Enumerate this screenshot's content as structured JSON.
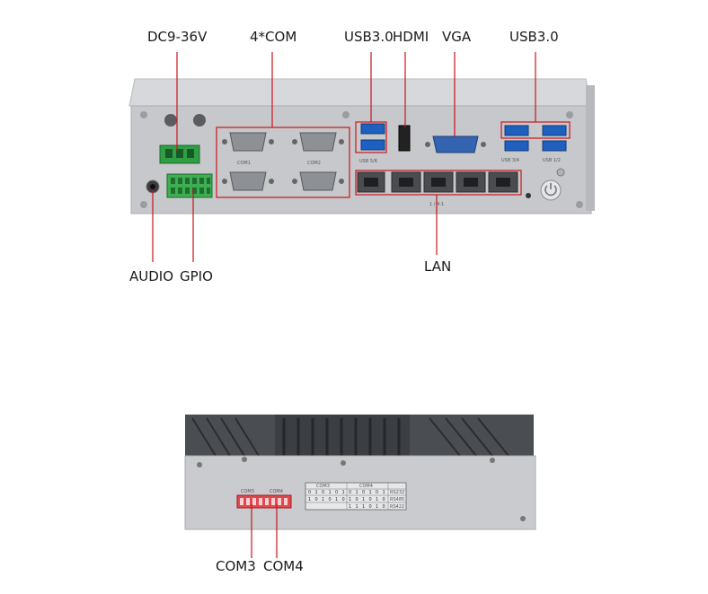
{
  "labels": {
    "dc": "DC9-36V",
    "com4": "4*COM",
    "usb30_left": "USB3.0",
    "hdmi": "HDMI",
    "vga": "VGA",
    "usb30_right": "USB3.0",
    "audio": "AUDIO",
    "gpio": "GPIO",
    "lan": "LAN",
    "com3_bottom": "COM3",
    "com4_bottom": "COM4"
  },
  "panel_marks": {
    "com1": "COM1",
    "com2": "COM2",
    "usb56": "USB 5/6",
    "usb34": "USB 3/4",
    "usb12": "USB 1/2",
    "lan_marks": "1 / 4-1"
  },
  "dip_table": {
    "headers": [
      "COM3",
      "COM4"
    ],
    "rows": [
      {
        "bits": [
          "0",
          "1",
          "0",
          "1",
          "0",
          "1",
          "0",
          "1",
          "0",
          "1",
          "0",
          "1"
        ],
        "mode": "RS232"
      },
      {
        "bits": [
          "1",
          "0",
          "1",
          "0",
          "1",
          "0",
          "1",
          "0",
          "1",
          "0",
          "1",
          "0"
        ],
        "mode": "RS485"
      },
      {
        "bits": [
          "",
          "",
          "",
          "",
          "",
          "",
          "1",
          "1",
          "1",
          "0",
          "1",
          "0"
        ],
        "mode": "RS422"
      }
    ]
  },
  "colors": {
    "callout": "#c9151b",
    "usb": "#1f5fbf",
    "vga": "#3463b0",
    "terminal": "#2f9e44",
    "chassis": "#c9cbce",
    "heatsink": "#4a4d52"
  }
}
